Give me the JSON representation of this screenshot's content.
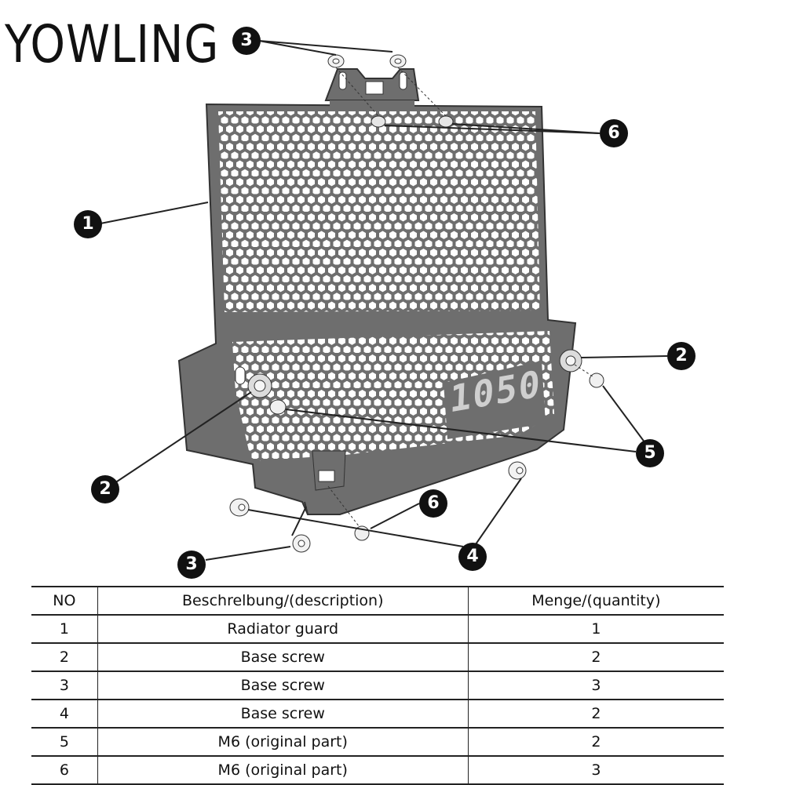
{
  "brand": {
    "name": "YOWLING"
  },
  "diagram": {
    "part_logo_text": "1050",
    "callouts": [
      "3",
      "6",
      "1",
      "2",
      "2",
      "5",
      "6",
      "4",
      "3"
    ]
  },
  "table": {
    "headers": [
      "NO",
      "Beschrelbung/(description)",
      "Menge/(quantity)"
    ],
    "rows": [
      {
        "no": "1",
        "description": "Radiator guard",
        "quantity": "1"
      },
      {
        "no": "2",
        "description": "Base screw",
        "quantity": "2"
      },
      {
        "no": "3",
        "description": "Base screw",
        "quantity": "3"
      },
      {
        "no": "4",
        "description": "Base screw",
        "quantity": "2"
      },
      {
        "no": "5",
        "description": "M6 (original part)",
        "quantity": "2"
      },
      {
        "no": "6",
        "description": "M6 (original part)",
        "quantity": "3"
      }
    ]
  },
  "colors": {
    "guard": "#6e6e6e",
    "callout": "#111111",
    "line": "#222222"
  }
}
